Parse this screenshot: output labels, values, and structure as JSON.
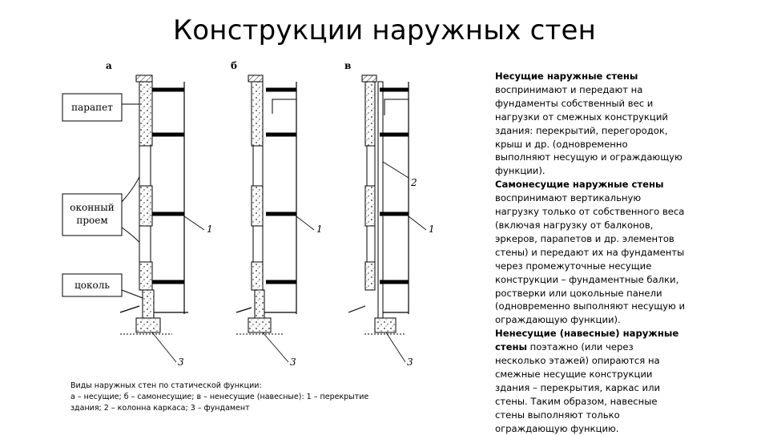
{
  "title": "Конструкции наружных стен",
  "diagram": {
    "labels": {
      "parapet": "парапет",
      "window_line1": "оконный",
      "window_line2": "проем",
      "plinth": "цоколь"
    },
    "figure_letters": [
      "а",
      "б",
      "в"
    ],
    "numbers": {
      "a_1": "1",
      "a_3": "3",
      "b_1": "1",
      "b_3": "3",
      "c_2": "2",
      "c_1": "1",
      "c_3": "3"
    }
  },
  "caption": {
    "line1": "Виды наружных стен по статической функции:",
    "line2": "а – несущие; б – самонесущие; в – ненесущие (навесные): 1 – перекрытие",
    "line3": "здания; 2 – колонна каркаса; 3 – фундамент"
  },
  "description": {
    "bearing_title": "Несущие наружные стены",
    "bearing_text": " воспринимают и передают на фундаменты собственный вес и нагрузки от смежных конструкций здания: перекрытий, перегородок, крыш и др. (одновременно выполняют несущую и ограждающую функции).",
    "self_title": "Самонесущие наружные стены",
    "self_text": " воспринимают вертикальную нагрузку только от собственного веса (включая нагрузку от балконов, эркеров, парапетов и др. элементов стены) и передают их на фундаменты через промежуточные несущие конструкции – фундаментные балки, ростверки или цокольные панели (одновременно выполняют несущую и ограждающую функции).",
    "curtain_title": "Ненесущие (навесные) наружные стены",
    "curtain_text": " поэтажно (или через несколько этажей) опираются на смежные несущие конструкции здания – перекрытия, каркас или стены. Таким образом, навесные стены выполняют только ограждающую функцию."
  }
}
